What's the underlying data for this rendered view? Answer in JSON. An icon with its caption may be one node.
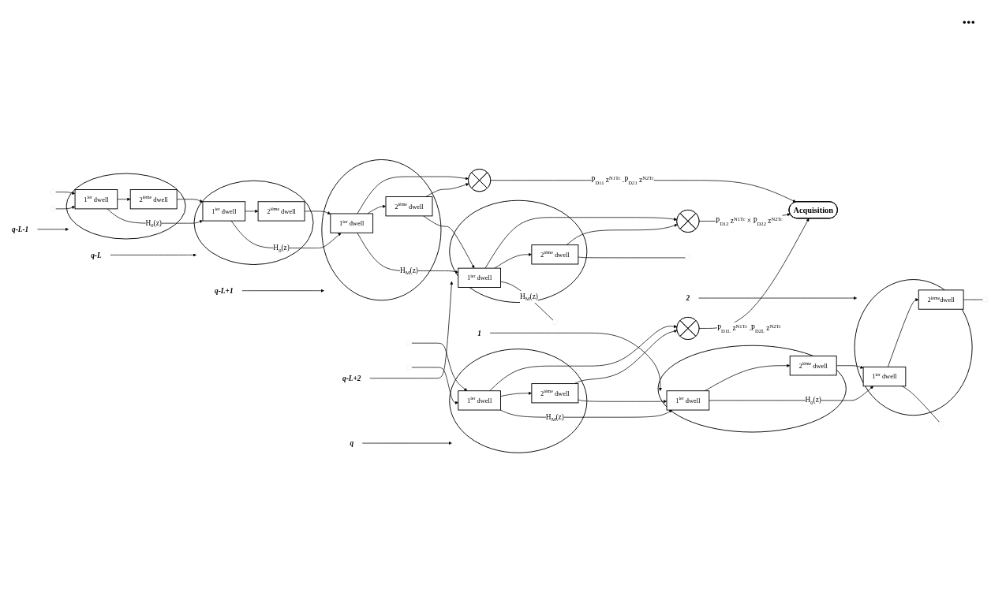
{
  "diagram": {
    "nodes": [
      {
        "text": [
          "Acquisition"
        ]
      },
      {
        "text": [],
        "shape": "circle"
      },
      {
        "text": [],
        "shape": "circle"
      },
      {
        "text": [],
        "shape": "circle"
      },
      {
        "text": [],
        "shape": "circle"
      },
      {
        "text": [
          "1$^{ier}$ dwell"
        ],
        "in": 4
      },
      {
        "text": [
          "2$^{ième}$ dwell"
        ],
        "in": 4
      },
      {
        "text": [],
        "shape": "circle"
      },
      {
        "text": [
          "1$^{ier}$ dwell"
        ],
        "in": 7
      },
      {
        "text": [
          "2$^{ième}$ dwell"
        ],
        "in": 7
      },
      {
        "text": [],
        "shape": "circle"
      },
      {
        "text": [
          "1$^{ier}$ dwell"
        ],
        "in": 10
      },
      {
        "text": [
          "2$^{ième}$ dwell"
        ],
        "in": 10
      },
      {
        "text": [],
        "shape": "circle"
      },
      {
        "text": [
          "1$^{ier}$ dwell"
        ],
        "in": 13
      },
      {
        "text": [
          "2$^{ième}$ dwell"
        ],
        "in": 13
      },
      {
        "text": [],
        "shape": "circle"
      },
      {
        "text": [
          "1$^{ier}$ dwell"
        ],
        "in": 16
      },
      {
        "text": [
          "2$^{ième}$ dwell"
        ],
        "in": 16
      },
      {
        "text": [],
        "shape": "circle"
      },
      {
        "text": [
          "1$^{ier}$ dwell"
        ],
        "in": 19
      },
      {
        "text": [
          "2$^{ième}$ dwell"
        ],
        "in": 19
      },
      {
        "text": [],
        "shape": "circle"
      },
      {
        "text": [
          "1$^{ier}$ dwell"
        ],
        "in": 22
      },
      {
        "text": [
          "2$^{ième}$dwell"
        ],
        "in": 22
      },
      {
        "text": [
          "q-L-1"
        ]
      },
      {
        "text": [
          "q-L"
        ]
      },
      {
        "text": [
          "q-L+1"
        ]
      },
      {
        "text": [
          "q-L+2"
        ]
      },
      {
        "text": [
          "q"
        ]
      },
      {
        "text": [
          "1"
        ]
      },
      {
        "text": [
          "2"
        ]
      }
    ],
    "edges": [
      {
        "from": 1,
        "to": 0,
        "arrow": "to",
        "label": "P$_{D11}$ z$^{N1Tc}$ .P$_{D21}$ z$^{N2Tc}$"
      },
      {
        "from": 2,
        "to": 0,
        "arrow": "to",
        "label": "P$_{D12}$ z$^{N1Tc}$ × P$_{D22}$ z$^{N2Tc}$"
      },
      {
        "from": 3,
        "to": 0,
        "arrow": "to",
        "label": "P$_{D1L}$ z$^{N1Tc}$ .P$_{D2L}$ z$^{N2Tc}$"
      },
      {
        "from": 11,
        "to": 1,
        "arrow": "to"
      },
      {
        "from": 12,
        "to": 1,
        "arrow": "to"
      },
      {
        "from": 14,
        "to": 2,
        "arrow": "to"
      },
      {
        "from": 15,
        "to": 2,
        "arrow": "to"
      },
      {
        "from": 17,
        "to": 3,
        "arrow": "to"
      },
      {
        "from": 18,
        "to": 3,
        "arrow": "to"
      },
      {
        "from": 5,
        "to": 6,
        "arrow": "to"
      },
      {
        "from": 8,
        "to": 9,
        "arrow": "to"
      },
      {
        "from": 11,
        "to": 12,
        "arrow": "to"
      },
      {
        "from": 14,
        "to": 15,
        "arrow": "to"
      },
      {
        "from": 17,
        "to": 18,
        "arrow": "to"
      },
      {
        "from": 20,
        "to": 21,
        "arrow": "to"
      },
      {
        "from": 23,
        "to": 24,
        "arrow": "to"
      },
      {
        "from": null,
        "to": 5,
        "arrow": "to"
      },
      {
        "from": null,
        "to": 5,
        "arrow": "to"
      },
      {
        "from": 5,
        "to": 8,
        "arrow": "to",
        "label": "H$_{0}$(z)"
      },
      {
        "from": 6,
        "to": 8,
        "arrow": "to"
      },
      {
        "from": 8,
        "to": 11,
        "arrow": "to",
        "label": "H$_{0}$(z)"
      },
      {
        "from": 9,
        "to": 11,
        "arrow": "to"
      },
      {
        "from": 11,
        "to": 14,
        "arrow": "to",
        "label": "H$_{M}$(z)"
      },
      {
        "from": 12,
        "to": 14,
        "arrow": "to"
      },
      {
        "from": 14,
        "to": null,
        "arrow": "none",
        "label": "H$_{M}$(z)"
      },
      {
        "from": 15,
        "to": null,
        "arrow": "none"
      },
      {
        "from": null,
        "to": 17,
        "arrow": "to"
      },
      {
        "from": null,
        "to": 17,
        "arrow": "to"
      },
      {
        "from": 17,
        "to": 20,
        "arrow": "to",
        "label": "H$_{M}$(z)"
      },
      {
        "from": 18,
        "to": 20,
        "arrow": "to"
      },
      {
        "from": 20,
        "to": 23,
        "arrow": "to",
        "label": "H$_{0}$(z)"
      },
      {
        "from": 21,
        "to": 23,
        "arrow": "to"
      },
      {
        "from": 23,
        "to": null,
        "arrow": "none"
      },
      {
        "from": 24,
        "to": null,
        "arrow": "none"
      },
      {
        "from": 25,
        "to": 4,
        "arrow": "to"
      },
      {
        "from": 26,
        "to": 7,
        "arrow": "to"
      },
      {
        "from": 27,
        "to": 10,
        "arrow": "to"
      },
      {
        "from": 28,
        "to": 13,
        "arrow": "to"
      },
      {
        "from": 29,
        "to": 16,
        "arrow": "to"
      },
      {
        "from": 30,
        "to": 19,
        "arrow": "to"
      },
      {
        "from": 31,
        "to": 22,
        "arrow": "to"
      }
    ],
    "labels": [
      "..."
    ]
  }
}
